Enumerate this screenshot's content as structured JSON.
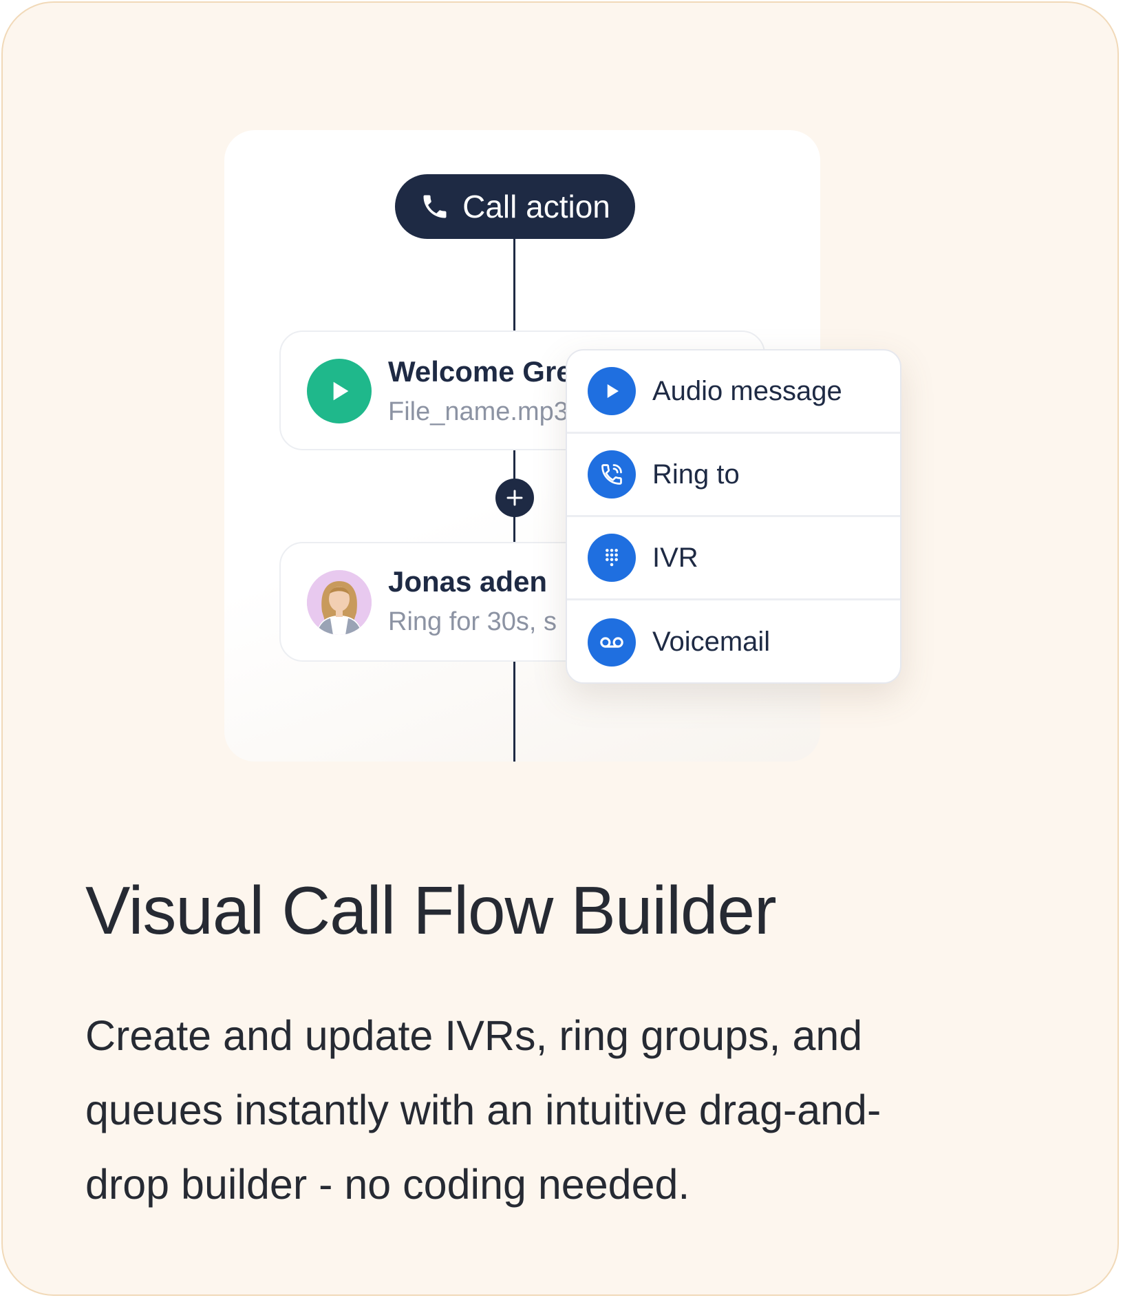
{
  "flow": {
    "call_action_label": "Call action",
    "welcome_node": {
      "title": "Welcome Gre",
      "subtitle": "File_name.mp3"
    },
    "agent_node": {
      "title": "Jonas aden",
      "subtitle": "Ring for 30s, s"
    }
  },
  "menu": {
    "items": [
      {
        "label": "Audio message",
        "icon": "play-icon"
      },
      {
        "label": "Ring to",
        "icon": "phone-ring-icon"
      },
      {
        "label": "IVR",
        "icon": "dialpad-icon"
      },
      {
        "label": "Voicemail",
        "icon": "voicemail-icon"
      }
    ]
  },
  "feature": {
    "title": "Visual Call Flow Builder",
    "description_lines": [
      "Create and update IVRs, ring groups, and",
      "queues instantly with an intuitive drag-and-",
      "drop builder - no coding needed."
    ]
  },
  "colors": {
    "card_background": "#fdf6ee",
    "card_border": "#f1d9b8",
    "navy": "#1e2a44",
    "green": "#1fb88b",
    "blue": "#1f6fe0",
    "text_muted": "#8c93a3"
  }
}
